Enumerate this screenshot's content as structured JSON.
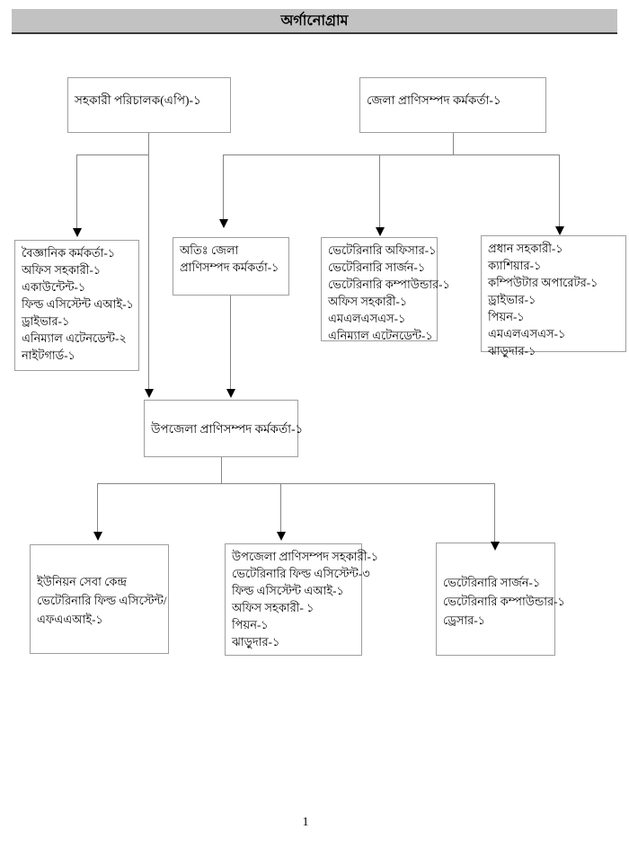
{
  "title": "অর্গানোগ্রাম",
  "page_number": "1",
  "colors": {
    "titlebar_bg": "#c2c2c2",
    "titlebar_border": "#3a3a3a",
    "box_border": "#9e9e9e",
    "connector_line": "#858585",
    "arrowhead": "#000000",
    "text": "#000000",
    "page_bg": "#ffffff"
  },
  "boxes": {
    "assistant_director": {
      "lines": [
        "সহকারী পরিচালক(এপি)-১"
      ]
    },
    "district_livestock_officer": {
      "lines": [
        "জেলা প্রাণিসম্পদ কর্মকর্তা-১"
      ]
    },
    "scientific_officer_group": {
      "lines": [
        "বৈজ্ঞানিক কর্মকর্তা-১",
        "অফিস সহকারী-১",
        "একাউন্টেন্ট-১",
        "ফিল্ড এসিস্টেন্ট এআই-১",
        "ড্রাইভার-১",
        "এনিম্যাল এটেনডেন্ট-২",
        "নাইটগার্ড-১"
      ]
    },
    "addl_district_livestock_officer": {
      "lines": [
        "অতিঃ জেলা প্রাণিসম্পদ কর্মকর্তা-১"
      ]
    },
    "veterinary_officer_group": {
      "lines": [
        "ভেটেরিনারি অফিসার-১",
        "ভেটেরিনারি সার্জন-১",
        "ভেটেরিনারি কম্পাউন্ডার-১",
        "অফিস সহকারী-১",
        "এমএলএসএস-১",
        "এনিম্যাল এটেনডেন্ট-১"
      ]
    },
    "chief_assistant_group": {
      "lines": [
        "প্রধান সহকারী-১",
        "ক্যাশিয়ার-১",
        "কম্পিউটার অপারেটর-১",
        "ড্রাইভার-১",
        "পিয়ন-১",
        "এমএলএসএস-১",
        "ঝাড়ুদার-১"
      ]
    },
    "upazila_livestock_officer": {
      "lines": [
        "উপজেলা প্রাণিসম্পদ কর্মকর্তা-১"
      ]
    },
    "union_service_center": {
      "lines": [
        "ইউনিয়ন সেবা কেন্দ্র",
        "ভেটেরিনারি ফিল্ড এসিস্টেন্ট/",
        "এফএএআই-১"
      ]
    },
    "upazila_assistant_group": {
      "lines": [
        "উপজেলা প্রাণিসম্পদ সহকারী-১",
        "ভেটেরিনারি ফিল্ড এসিস্টেন্ট-৩",
        "ফিল্ড এসিস্টেন্ট এআই-১",
        "অফিস সহকারী- ১",
        "পিয়ন-১",
        "ঝাড়ুদার-১"
      ]
    },
    "veterinary_surgeon_group": {
      "lines": [
        "ভেটেরিনারি সার্জন-১",
        "ভেটেরিনারি কম্পাউন্ডার-১",
        "ড্রেসার-১"
      ]
    }
  }
}
